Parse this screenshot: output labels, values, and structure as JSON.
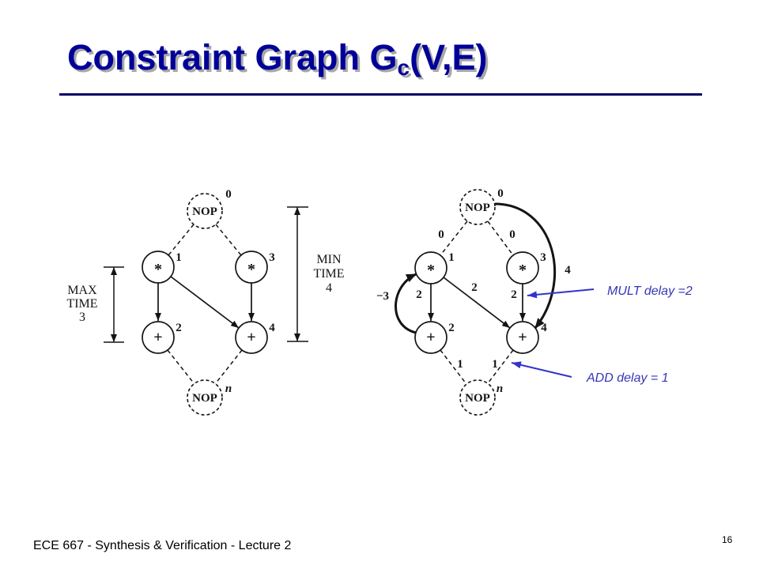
{
  "slide": {
    "title": {
      "main": "Constraint Graph G",
      "subscript": "c",
      "suffix": "(V,E)"
    },
    "footer": "ECE 667 - Synthesis & Verification - Lecture 2",
    "page_number": "16"
  },
  "left_graph": {
    "nodes": {
      "v0": {
        "label": "NOP",
        "id": "0"
      },
      "v1": {
        "label": "*",
        "id": "1"
      },
      "v2": {
        "label": "+",
        "id": "2"
      },
      "v3": {
        "label": "*",
        "id": "3"
      },
      "v4": {
        "label": "+",
        "id": "4"
      },
      "vn": {
        "label": "NOP",
        "id": "n"
      }
    },
    "max_time": {
      "line1": "MAX",
      "line2": "TIME",
      "value": "3"
    },
    "min_time": {
      "line1": "MIN",
      "line2": "TIME",
      "value": "4"
    }
  },
  "right_graph": {
    "nodes": {
      "v0": {
        "label": "NOP",
        "id": "0"
      },
      "v1": {
        "label": "*",
        "id": "1"
      },
      "v2": {
        "label": "+",
        "id": "2"
      },
      "v3": {
        "label": "*",
        "id": "3"
      },
      "v4": {
        "label": "+",
        "id": "4"
      },
      "vn": {
        "label": "NOP",
        "id": "n"
      }
    },
    "edge_weights": {
      "v0_v1": "0",
      "v0_v3": "0",
      "v1_v2": "2",
      "v1_v4": "2",
      "v3_v4": "2",
      "v2_vn": "1",
      "v4_vn": "1",
      "v0_v4": "4",
      "v2_v1": "−3"
    }
  },
  "annotations": {
    "mult_delay": "MULT delay =2",
    "add_delay": "ADD delay = 1"
  },
  "colors": {
    "title": "#000099",
    "title_shadow": "#a8a8a8",
    "rule": "#000066",
    "annotation": "#3535b5",
    "annotation_arrow": "#3333cc"
  }
}
